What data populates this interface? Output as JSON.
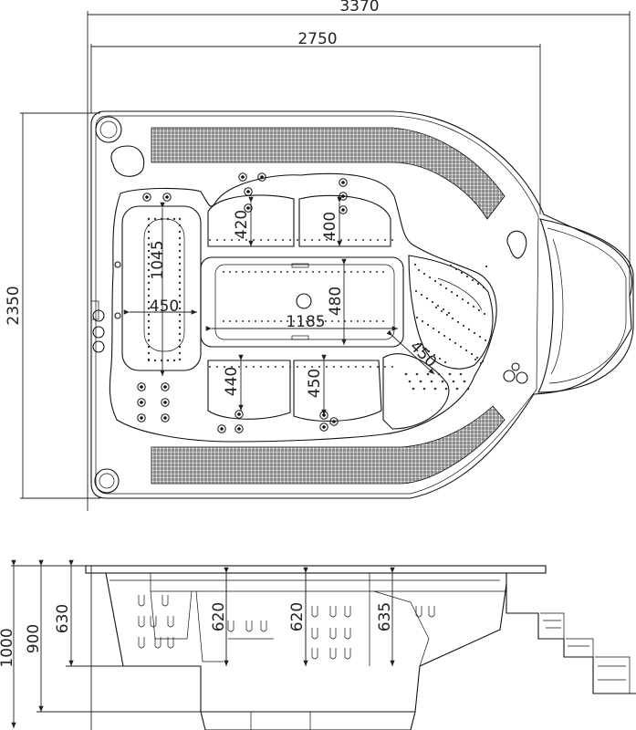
{
  "title": "",
  "top_view": {
    "dimensions": {
      "overall_width": "3370",
      "shell_width": "2750",
      "overall_depth": "2350",
      "left_seat_length": "1045",
      "left_seat_width": "450",
      "upper_seat_a": "420",
      "upper_seat_b": "400",
      "footwell_depth": "480",
      "footwell_width": "1185",
      "lower_seat_a": "440",
      "lower_seat_b": "450",
      "corner_seat": "450"
    }
  },
  "side_view": {
    "dimensions": {
      "total_height": "1000",
      "shell_height": "900",
      "seat_depth": "630",
      "seat_depth_a": "620",
      "seat_depth_b": "620",
      "seat_depth_c": "635"
    }
  },
  "colors": {
    "line": "#111111",
    "background": "#ffffff"
  }
}
